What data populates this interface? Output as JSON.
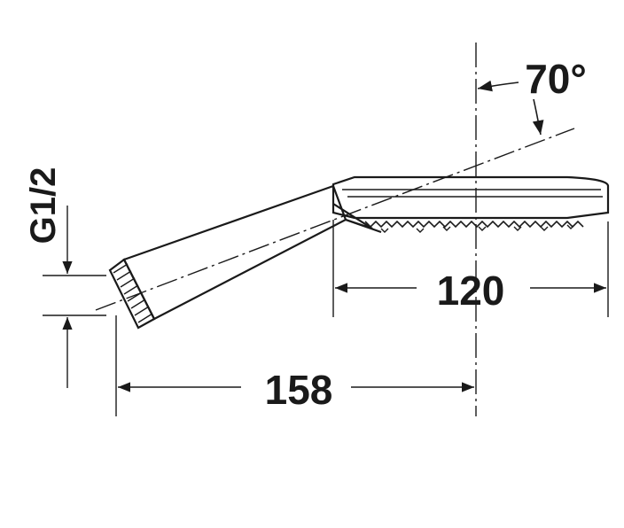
{
  "dimensions": {
    "angle": "70°",
    "head_width": "120",
    "total_length": "158",
    "thread": "G1/2"
  },
  "colors": {
    "stroke": "#1a1a1a",
    "background": "#ffffff"
  }
}
